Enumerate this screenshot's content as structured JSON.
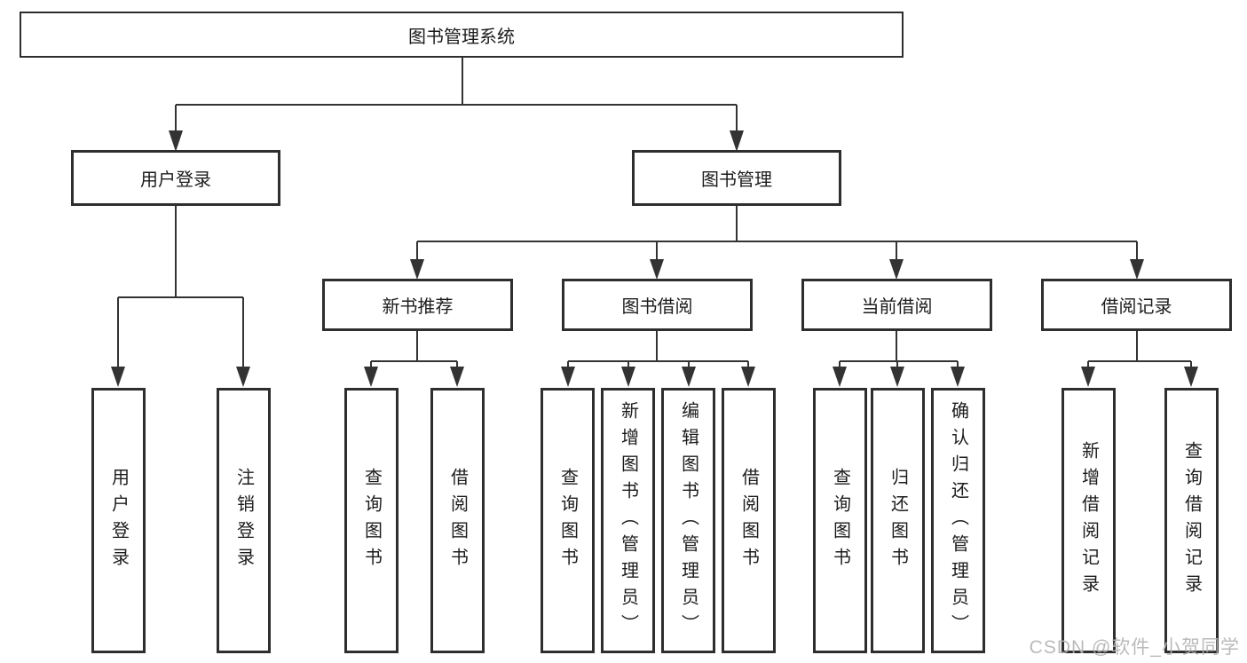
{
  "diagram": {
    "root": {
      "label": "图书管理系统",
      "children": [
        {
          "label": "用户登录",
          "children": [
            {
              "label": "用户登录"
            },
            {
              "label": "注销登录"
            }
          ]
        },
        {
          "label": "图书管理",
          "children": [
            {
              "label": "新书推荐",
              "children": [
                {
                  "label": "查询图书"
                },
                {
                  "label": "借阅图书"
                }
              ]
            },
            {
              "label": "图书借阅",
              "children": [
                {
                  "label": "查询图书"
                },
                {
                  "label": "新增图书（管理员）"
                },
                {
                  "label": "编辑图书（管理员）"
                },
                {
                  "label": "借阅图书"
                }
              ]
            },
            {
              "label": "当前借阅",
              "children": [
                {
                  "label": "查询图书"
                },
                {
                  "label": "归还图书"
                },
                {
                  "label": "确认归还（管理员）"
                }
              ]
            },
            {
              "label": "借阅记录",
              "children": [
                {
                  "label": "新增借阅记录"
                },
                {
                  "label": "查询借阅记录"
                }
              ]
            }
          ]
        }
      ]
    },
    "colors": {
      "line": "#333333",
      "border": "#2e2e2e",
      "text": "#1c1c1c",
      "watermark": "#b2b2b2"
    },
    "watermark": "CSDN @软件_小贺同学"
  }
}
